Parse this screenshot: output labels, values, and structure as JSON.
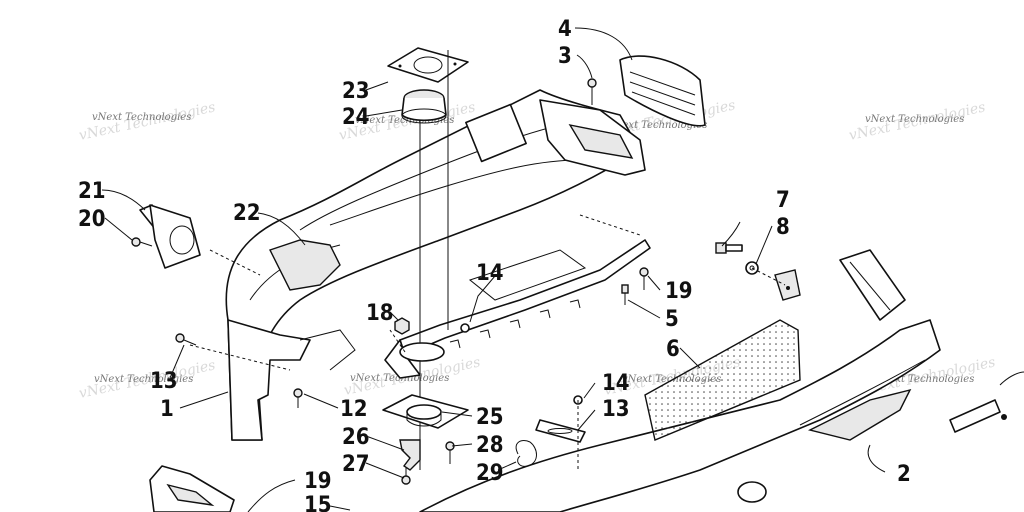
{
  "diagram": {
    "watermark_text": "vNext Technologies",
    "callouts": {
      "c1": "1",
      "c2": "2",
      "c3": "3",
      "c4": "4",
      "c5": "5",
      "c6": "6",
      "c7": "7",
      "c8": "8",
      "c12": "12",
      "c13a": "13",
      "c13b": "13",
      "c14a": "14",
      "c14b": "14",
      "c15": "15",
      "c18": "18",
      "c19a": "19",
      "c19b": "19",
      "c20": "20",
      "c21": "21",
      "c22": "22",
      "c23": "23",
      "c24": "24",
      "c25": "25",
      "c26": "26",
      "c27": "27",
      "c28": "28",
      "c29": "29"
    }
  }
}
